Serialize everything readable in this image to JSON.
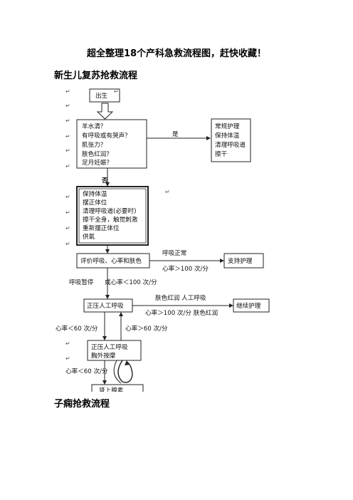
{
  "doc": {
    "title": "超全整理18个产科急救流程图，赶快收藏！",
    "section1": "新生儿复苏抢救流程",
    "section2": "子痫抢救流程"
  },
  "flow": {
    "birth": "出生",
    "assess": [
      "羊水清？",
      "有呼吸或有哭声？",
      "肌张力？",
      "肤色红润？",
      "足月妊娠？"
    ],
    "yes": "是",
    "routine": [
      "常规护理",
      "保持体温",
      "清理呼吸道",
      "擦干"
    ],
    "no": "否",
    "initial": [
      "保持体温",
      "摆正体位",
      "清理呼吸道(必要时)",
      "擦干全身，触觉刺激",
      "重新摆正体位",
      "供氧"
    ],
    "evaluate": "评价呼吸、心率和肤色",
    "breathing_normal": "呼吸正常",
    "hr_over_100": "心率＞100 次/分",
    "support": "支持护理",
    "apnea": "呼吸暂停",
    "or_hr_under_100": "或心率＜100 次/分",
    "ppv": "正压人工呼吸",
    "pink_breath": "肤色红润   人工呼吸",
    "hr_pink": "心率＞100 次/分   肤色红润",
    "continue_care": "继续护理",
    "hr_under_60": "心率＜60 次/分",
    "hr_over_60": "心率＞60 次/分",
    "ppv_compress": [
      "正压人工呼吸",
      "胸外按摩"
    ],
    "hr_under_60_b": "心率＜60 次/分",
    "epinephrine": "肾上腺素"
  }
}
